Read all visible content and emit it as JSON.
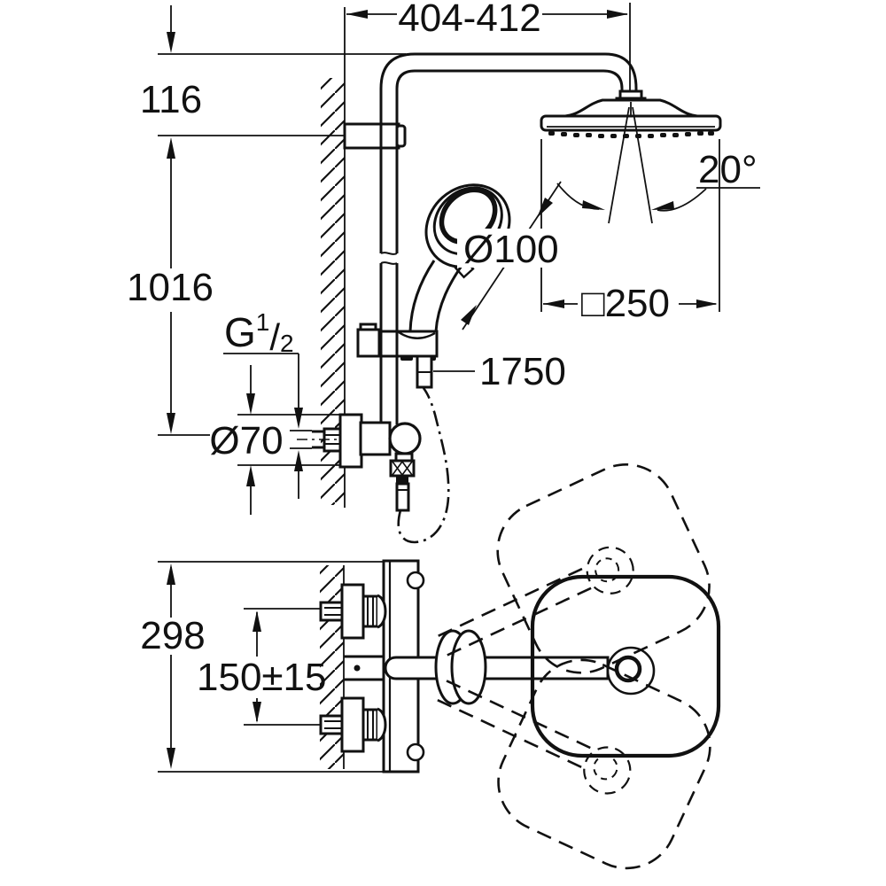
{
  "title": "Shower system technical dimension drawing",
  "colors": {
    "ink": "#111111",
    "paper": "#ffffff"
  },
  "labels": {
    "arm_projection": "404-412",
    "arm_to_bracket": "116",
    "bracket_to_valve": "1016",
    "spray_angle": "20°",
    "hand_shower_diameter": "Ø100",
    "head_shower_width": "□250",
    "hose_length": "1750",
    "escutcheon_diameter": "Ø70",
    "valve_height": "298",
    "supply_spacing": "150±15",
    "thread": {
      "prefix": "G",
      "numerator": "1",
      "slash": "/",
      "denominator": "2"
    }
  }
}
